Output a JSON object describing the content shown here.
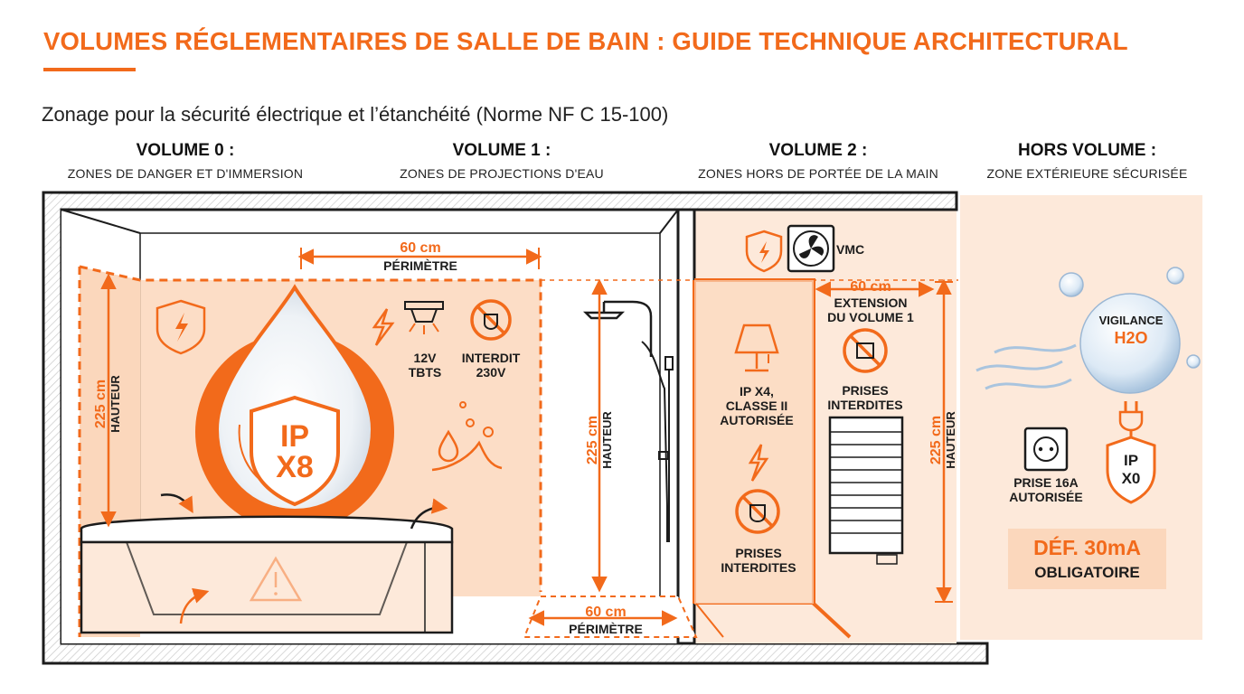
{
  "header": {
    "title": "VOLUMES RÉGLEMENTAIRES DE SALLE DE BAIN : GUIDE TECHNIQUE ARCHITECTURAL",
    "subtitle": "Zonage pour la sécurité électrique et l’étanchéité (Norme NF C 15-100)"
  },
  "volumes": [
    {
      "title": "VOLUME 0 :",
      "subtitle": "ZONES DE DANGER ET D'IMMERSION"
    },
    {
      "title": "VOLUME 1 :",
      "subtitle": "ZONES DE PROJECTIONS D'EAU"
    },
    {
      "title": "VOLUME 2 :",
      "subtitle": "ZONES HORS DE PORTÉE DE LA MAIN"
    },
    {
      "title": "HORS VOLUME :",
      "subtitle": "ZONE EXTÉRIEURE SÉCURISÉE"
    }
  ],
  "volume0": {
    "height_value": "225 cm",
    "height_label": "HAUTEUR",
    "ip_rating": "IP X8"
  },
  "volume1": {
    "top_perimeter_value": "60 cm",
    "top_perimeter_label": "PÉRIMÈTRE",
    "tbts_line1": "12V",
    "tbts_line2": "TBTS",
    "interdit_line1": "INTERDIT",
    "interdit_line2": "230V",
    "height_value": "225 cm",
    "height_label": "HAUTEUR",
    "floor_perimeter_value": "60 cm",
    "floor_perimeter_label": "PÉRIMÈTRE"
  },
  "volume2": {
    "vmc_label": "VMC",
    "extension_value": "60 cm",
    "extension_line1": "EXTENSION",
    "extension_line2": "DU VOLUME 1",
    "ipx4_line1": "IP X4,",
    "ipx4_line2": "CLASSE II",
    "ipx4_line3": "AUTORISÉE",
    "prises_left_line1": "PRISES",
    "prises_left_line2": "INTERDITES",
    "prises_right_line1": "PRISES",
    "prises_right_line2": "INTERDITES",
    "height_value": "225 cm",
    "height_label": "HAUTEUR"
  },
  "hors_volume": {
    "vigilance_line1": "VIGILANCE",
    "vigilance_line2": "H2O",
    "prise_line1": "PRISE 16A",
    "prise_line2": "AUTORISÉE",
    "ip_rating": "IP X0",
    "def_line1": "DÉF. 30mA",
    "def_line2": "OBLIGATOIRE"
  },
  "colors": {
    "accent": "#f26a1b",
    "zone0": "#fbd7bc",
    "zone_light": "#fde9da",
    "ink": "#1c1c1c"
  }
}
